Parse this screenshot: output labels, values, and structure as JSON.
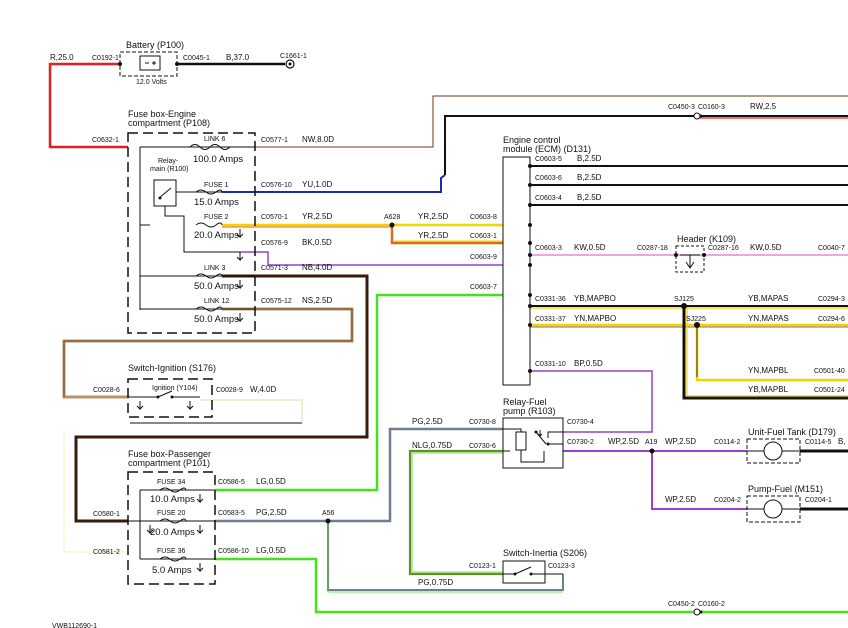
{
  "diagram_id": "VWB112690-1",
  "components": {
    "battery": {
      "title": "Battery (P100)",
      "rating": "12.0 Volts"
    },
    "fusebox_engine": {
      "title_1": "Fuse box-Engine",
      "title_2": "compartment (P108)"
    },
    "relay_main": {
      "label_1": "Relay-",
      "label_2": "main (R100)"
    },
    "ecm": {
      "title_1": "Engine control",
      "title_2": "module (ECM) (D131)"
    },
    "header": {
      "title": "Header (K109)"
    },
    "switch_ignition": {
      "title": "Switch-Ignition (S176)",
      "inner": "Ignition (Y104)"
    },
    "fusebox_passenger": {
      "title_1": "Fuse box-Passenger",
      "title_2": "compartment (P101)"
    },
    "relay_fuel": {
      "title_1": "Relay-Fuel",
      "title_2": "pump (R103)"
    },
    "switch_inertia": {
      "title": "Switch-Inertia (S206)"
    },
    "unit_fuel_tank": {
      "title": "Unit-Fuel Tank (D179)"
    },
    "pump_fuel": {
      "title": "Pump-Fuel (M151)"
    }
  },
  "fuses": [
    {
      "name": "LINK 6",
      "rating": "100.0 Amps"
    },
    {
      "name": "FUSE 1",
      "rating": "15.0 Amps"
    },
    {
      "name": "FUSE 2",
      "rating": "20.0 Amps"
    },
    {
      "name": "LINK 3",
      "rating": "50.0 Amps"
    },
    {
      "name": "LINK 12",
      "rating": "50.0 Amps"
    },
    {
      "name": "FUSE 34",
      "rating": "10.0 Amps"
    },
    {
      "name": "FUSE 20",
      "rating": "20.0 Amps"
    },
    {
      "name": "FUSE 36",
      "rating": "5.0 Amps"
    }
  ],
  "connectors": {
    "c0192": "C0192-1",
    "c0045": "C0045-1",
    "c1661": "C1661-1",
    "c0632": "C0632-1",
    "c0577": "C0577-1",
    "c0576_10": "C0576-10",
    "c0570": "C0570-1",
    "c0576_9": "C0576-9",
    "c0571": "C0571-3",
    "c0575": "C0575-12",
    "a628": "A628",
    "c0603_8": "C0603-8",
    "c0603_1": "C0603-1",
    "c0603_9": "C0603-9",
    "c0603_7": "C0603-7",
    "c0603_5": "C0603-5",
    "c0603_6": "C0603-6",
    "c0603_4": "C0603-4",
    "c0603_3": "C0603-3",
    "c0450_3": "C0450-3",
    "c0160_3": "C0160-3",
    "c0287_18": "C0287-18",
    "c0287_16": "C0287-16",
    "c0040": "C0040-7",
    "c0331_36": "C0331-36",
    "c0331_37": "C0331-37",
    "c0331_10": "C0331-10",
    "sj125": "SJ125",
    "sj225": "SJ225",
    "c0294_3": "C0294-3",
    "c0294_6": "C0294-6",
    "c0501_40": "C0501-40",
    "c0501_24": "C0501-24",
    "c0028_6": "C0028-6",
    "c0028_9": "C0028-9",
    "c0730_8": "C0730-8",
    "c0730_6": "C0730-6",
    "c0730_4": "C0730-4",
    "c0730_2": "C0730-2",
    "a19": "A19",
    "c0114_2": "C0114-2",
    "c0114_5": "C0114-5",
    "c0204_2": "C0204-2",
    "c0204_1": "C0204-1",
    "c0580": "C0580-1",
    "c0581": "C0581-2",
    "c0586_5": "C0586-5",
    "c0583": "C0583-5",
    "c0586_10": "C0586-10",
    "a56": "A56",
    "c0123_1": "C0123-1",
    "c0123_3": "C0123-3",
    "c0450_2": "C0450-2",
    "c0160_2": "C0160-2"
  },
  "wires": {
    "r25": "R,25.0",
    "b37": "B,37.0",
    "nw8": "NW,8.0D",
    "rw25": "RW,2.5",
    "yu1": "YU,1.0D",
    "yr25d": "YR,2.5D",
    "bk05": "BK,0.5D",
    "nb4": "NB,4.0D",
    "ns25": "NS,2.5D",
    "b25": "B,2.5D",
    "kw05": "KW,0.5D",
    "ybmapbo": "YB,MAPBO",
    "ynmapbo": "YN,MAPBO",
    "ybmapas": "YB,MAPAS",
    "ynmapas": "YN,MAPAS",
    "ynmapbl": "YN,MAPBL",
    "ybmapbl": "YB,MAPBL",
    "bp05": "BP,0.5D",
    "w4": "W,4.0D",
    "pg25": "PG,2.5D",
    "nlg075": "NLG,0.75D",
    "wp25": "WP,2.5D",
    "lg05": "LG,0.5D",
    "pg075": "PG,0.75D",
    "b_trunc": "B,"
  },
  "colors": {
    "red": "#e02020",
    "black": "#111111",
    "brown": "#6b3a1a",
    "blue": "#1a2bb0",
    "yellow": "#f2d400",
    "orange": "#e06a10",
    "violet": "#9b3fd0",
    "lightgreen": "#44e21a",
    "pink": "#e070d0",
    "grey": "#6f7f8f",
    "tan": "#b99468"
  }
}
